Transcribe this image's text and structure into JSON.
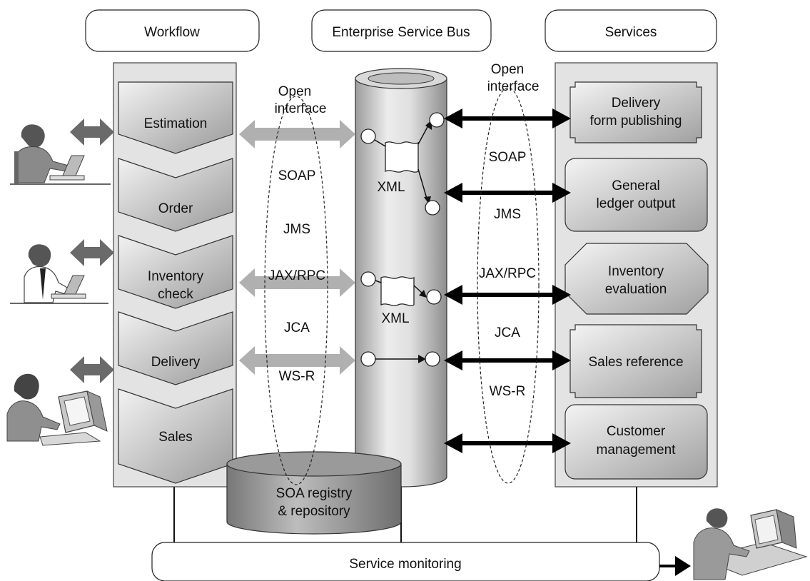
{
  "headers": {
    "workflow": "Workflow",
    "esb": "Enterprise Service Bus",
    "services": "Services"
  },
  "workflow_steps": [
    {
      "line1": "Estimation",
      "line2": ""
    },
    {
      "line1": "Order",
      "line2": ""
    },
    {
      "line1": "Inventory",
      "line2": "check"
    },
    {
      "line1": "Delivery",
      "line2": ""
    },
    {
      "line1": "Sales",
      "line2": ""
    }
  ],
  "interface_left": {
    "title_line1": "Open",
    "title_line2": "interface",
    "protocols": [
      "SOAP",
      "JMS",
      "JAX/RPC",
      "JCA",
      "WS-R"
    ]
  },
  "interface_right": {
    "title_line1": "Open",
    "title_line2": "interface",
    "protocols": [
      "SOAP",
      "JMS",
      "JAX/RPC",
      "JCA",
      "WS-R"
    ]
  },
  "xml_labels": [
    "XML",
    "XML"
  ],
  "registry": {
    "line1": "SOA registry",
    "line2": "& repository"
  },
  "services": [
    {
      "line1": "Delivery",
      "line2": "form publishing"
    },
    {
      "line1": "General",
      "line2": "ledger output"
    },
    {
      "line1": "Inventory",
      "line2": "evaluation"
    },
    {
      "line1": "Sales reference",
      "line2": ""
    },
    {
      "line1": "Customer",
      "line2": "management"
    }
  ],
  "monitoring": "Service monitoring",
  "icons": [
    "user-estimation-icon",
    "user-inventory-icon",
    "user-delivery-icon",
    "monitoring-operator-icon"
  ]
}
